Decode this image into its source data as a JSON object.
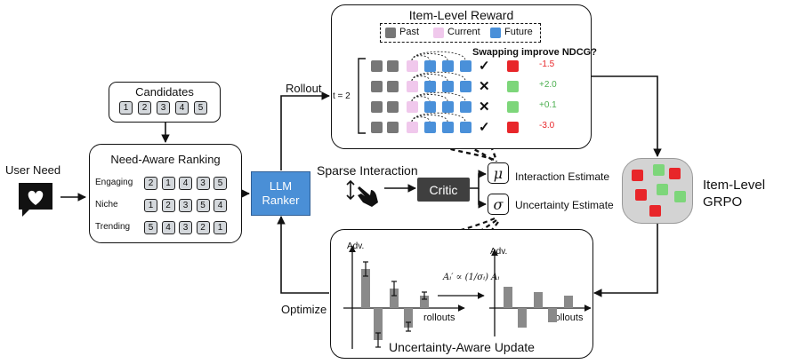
{
  "inputs": {
    "user_need": "User Need",
    "candidates_title": "Candidates",
    "candidates": [
      "1",
      "2",
      "3",
      "4",
      "5"
    ]
  },
  "ranking": {
    "title": "Need-Aware Ranking",
    "rows": [
      {
        "label": "Engaging",
        "items": [
          "2",
          "1",
          "4",
          "3",
          "5"
        ]
      },
      {
        "label": "Niche",
        "items": [
          "1",
          "2",
          "3",
          "5",
          "4"
        ]
      },
      {
        "label": "Trending",
        "items": [
          "5",
          "4",
          "3",
          "2",
          "1"
        ]
      }
    ]
  },
  "ranker": {
    "label_line1": "LLM",
    "label_line2": "Ranker"
  },
  "flow": {
    "rollout": "Rollout",
    "optimize": "Optimize",
    "sparse_interaction": "Sparse Interaction"
  },
  "critic": {
    "label": "Critic",
    "mu_symbol": "μ",
    "mu_label": "Interaction Estimate",
    "sigma_symbol": "σ",
    "sigma_label": "Uncertainty Estimate"
  },
  "reward_panel": {
    "title": "Item-Level  Reward",
    "legend": [
      {
        "label": "Past",
        "color": "#777777"
      },
      {
        "label": "Current",
        "color": "#f0c8ec"
      },
      {
        "label": "Future",
        "color": "#4a90d9"
      }
    ],
    "question": "Swapping improve NDCG?",
    "timestep": "t = 2",
    "rows": [
      {
        "mark": "✓",
        "reward": "-1.5",
        "flag_color": "#e8262a",
        "reward_color": "#e8262a"
      },
      {
        "mark": "✕",
        "reward": "+2.0",
        "flag_color": "#7dd67a",
        "reward_color": "#4caf50"
      },
      {
        "mark": "✕",
        "reward": "+0.1",
        "flag_color": "#7dd67a",
        "reward_color": "#4caf50"
      },
      {
        "mark": "✓",
        "reward": "-3.0",
        "flag_color": "#e8262a",
        "reward_color": "#e8262a"
      }
    ]
  },
  "grpo": {
    "label_line1": "Item-Level",
    "label_line2": "GRPO"
  },
  "update_panel": {
    "title": "Uncertainty-Aware Update",
    "y_label": "Adv.",
    "x_label": "rollouts",
    "formula": "Aᵢ′ ∝ (1/σᵢ) Aᵢ"
  },
  "colors": {
    "ranker_fill": "#4a8fd6",
    "critic_fill": "#3f3f3f",
    "bar_fill": "#8a8a8a"
  }
}
